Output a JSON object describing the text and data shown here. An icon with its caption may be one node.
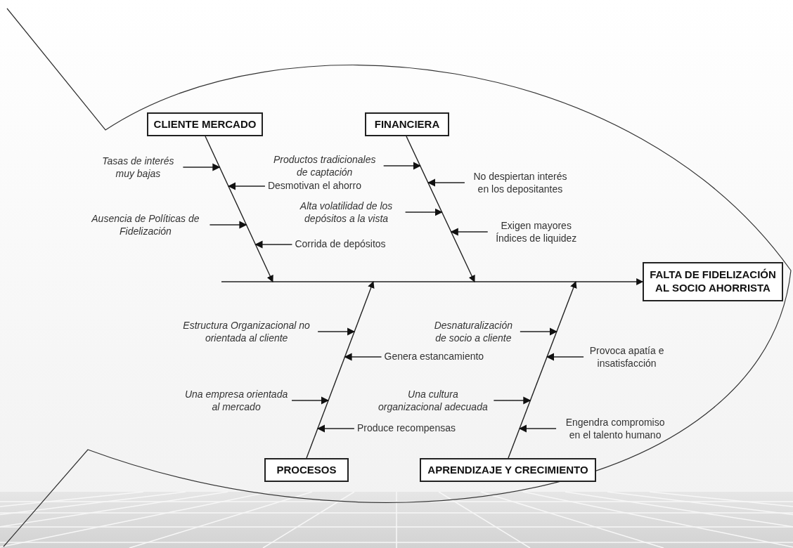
{
  "diagram": {
    "nodes": [
      {
        "text": [
          "CLIENTE MERCADO"
        ]
      },
      {
        "text": [
          "FINANCIERA"
        ]
      },
      {
        "text": [
          "Tasas de interés muy bajas"
        ]
      },
      {
        "text": [
          "Desmotivan el ahorro"
        ]
      },
      {
        "text": [
          "Ausencia de Políticas de Fidelización"
        ]
      },
      {
        "text": [
          "Corrida de depósitos"
        ]
      },
      {
        "text": [
          "Productos tradicionales de captación"
        ]
      },
      {
        "text": [
          "No despiertan interés en los depositantes"
        ]
      },
      {
        "text": [
          "Alta volatilidad de los depósitos a la vista"
        ]
      },
      {
        "text": [
          "Exigen mayores Índices de liquidez"
        ]
      },
      {
        "text": [
          "FALTA DE FIDELIZACIÓN AL SOCIO AHORRISTA"
        ]
      },
      {
        "text": [
          "Estructura Organizacional no orientada al cliente"
        ]
      },
      {
        "text": [
          "Genera estancamiento"
        ]
      },
      {
        "text": [
          "Una empresa orientada al mercado"
        ]
      },
      {
        "text": [
          "Produce recompensas"
        ]
      },
      {
        "text": [
          "Desnaturalización de socio a cliente"
        ]
      },
      {
        "text": [
          "Provoca apatía e insatisfacción"
        ]
      },
      {
        "text": [
          "Una cultura organizacional adecuada"
        ]
      },
      {
        "text": [
          "Engendra compromiso en el talento humano"
        ]
      },
      {
        "text": [
          "PROCESOS"
        ]
      },
      {
        "text": [
          "APRENDIZAJE Y CRECIMIENTO"
        ]
      }
    ],
    "edges": [
      {
        "from": null,
        "to": 10,
        "arrow": "to"
      },
      {
        "from": 0,
        "to": null,
        "arrow": "to"
      },
      {
        "from": 1,
        "to": null,
        "arrow": "to"
      },
      {
        "from": 19,
        "to": null,
        "arrow": "to"
      },
      {
        "from": 20,
        "to": null,
        "arrow": "to"
      },
      {
        "from": 2,
        "to": null,
        "arrow": "to"
      },
      {
        "from": 3,
        "to": null,
        "arrow": "to"
      },
      {
        "from": 4,
        "to": null,
        "arrow": "to"
      },
      {
        "from": 5,
        "to": null,
        "arrow": "to"
      },
      {
        "from": 6,
        "to": null,
        "arrow": "to"
      },
      {
        "from": 7,
        "to": null,
        "arrow": "to"
      },
      {
        "from": 8,
        "to": null,
        "arrow": "to"
      },
      {
        "from": 9,
        "to": null,
        "arrow": "to"
      },
      {
        "from": 11,
        "to": null,
        "arrow": "to"
      },
      {
        "from": 12,
        "to": null,
        "arrow": "to"
      },
      {
        "from": 13,
        "to": null,
        "arrow": "to"
      },
      {
        "from": 14,
        "to": null,
        "arrow": "to"
      },
      {
        "from": 15,
        "to": null,
        "arrow": "to"
      },
      {
        "from": 16,
        "to": null,
        "arrow": "to"
      },
      {
        "from": 17,
        "to": null,
        "arrow": "to"
      },
      {
        "from": 18,
        "to": null,
        "arrow": "to"
      }
    ]
  }
}
